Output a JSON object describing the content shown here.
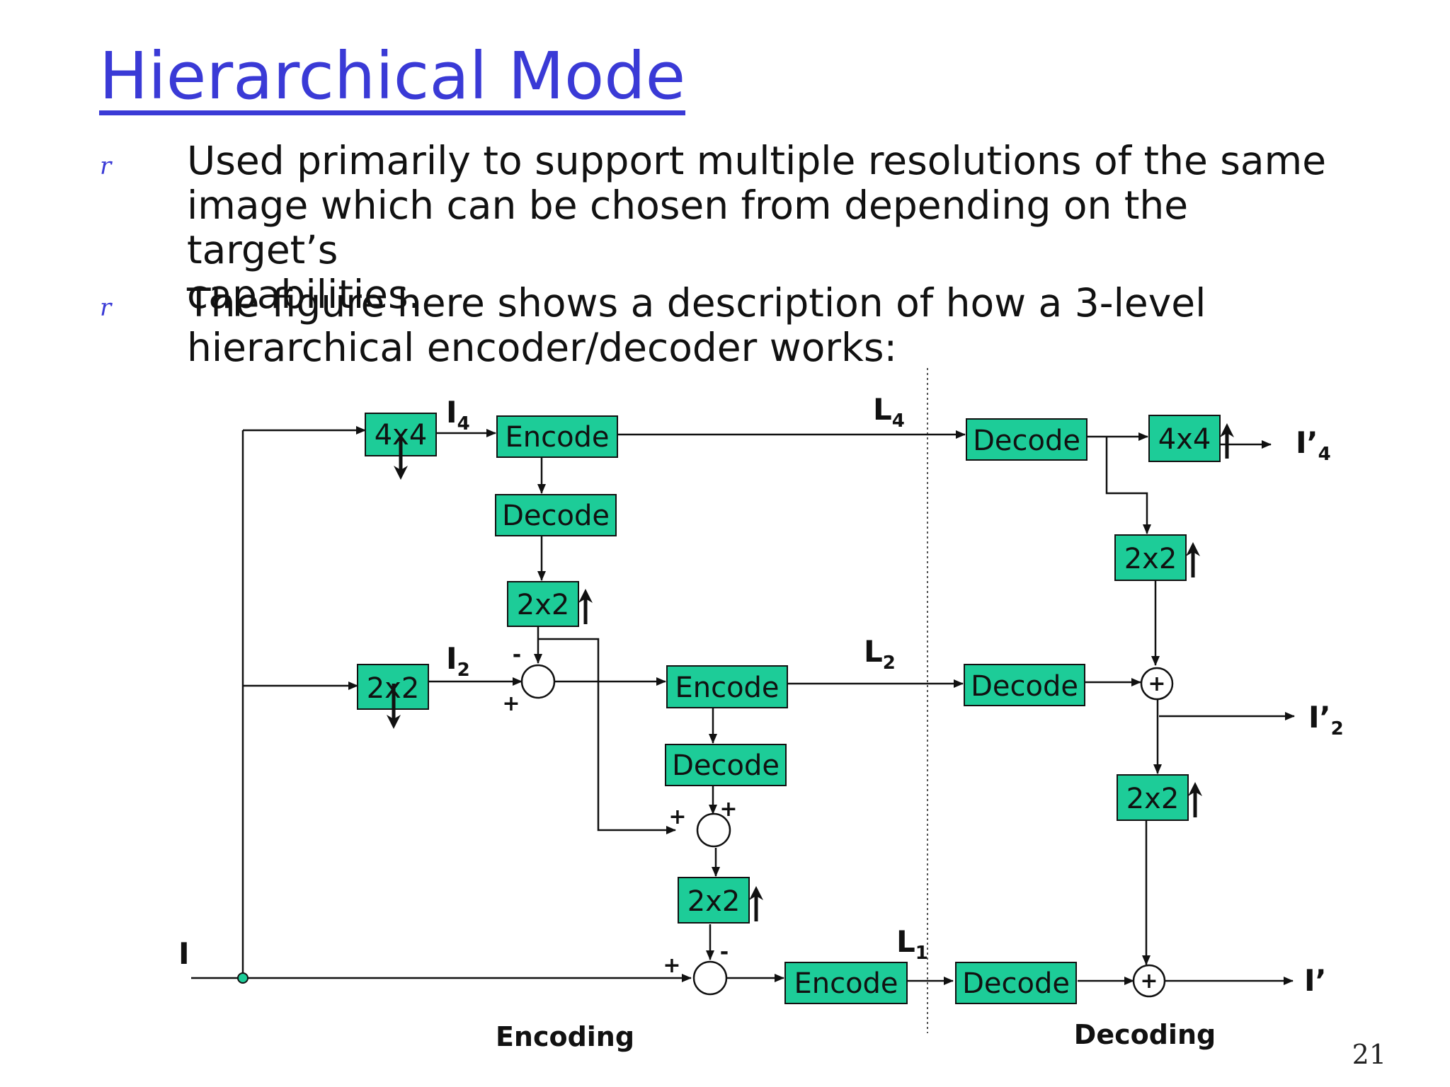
{
  "slide": {
    "title": "Hierarchical Mode",
    "bullet_marker": "r",
    "bullets": [
      [
        "Used primarily to support multiple resolutions of the same",
        "image which can be chosen from depending on the  target’s",
        "capabilities."
      ],
      [
        "The figure here shows a description of how a 3-level",
        "hierarchical encoder/decoder works:"
      ]
    ],
    "page_number": "21"
  },
  "diagram": {
    "blocks": {
      "encode": "Encode",
      "decode": "Decode",
      "down4": "4x4",
      "down2": "2x2",
      "up2": "2x2",
      "up4": "4x4"
    },
    "signals": {
      "I4": {
        "main": "I",
        "sub": "4"
      },
      "I2": {
        "main": "I",
        "sub": "2"
      },
      "I": "I",
      "L4": {
        "main": "L",
        "sub": "4"
      },
      "L2": {
        "main": "L",
        "sub": "2"
      },
      "L1": {
        "main": "L",
        "sub": "1"
      },
      "Iout4": {
        "main": "I’",
        "sub": "4"
      },
      "Iout2": {
        "main": "I’",
        "sub": "2"
      },
      "Iout": "I’"
    },
    "signs": {
      "plus": "+",
      "minus": "-"
    },
    "captions": {
      "encoding": "Encoding",
      "decoding": "Decoding"
    },
    "colors": {
      "block_fill": "#1dcc98",
      "title": "#3a3ad6"
    }
  }
}
